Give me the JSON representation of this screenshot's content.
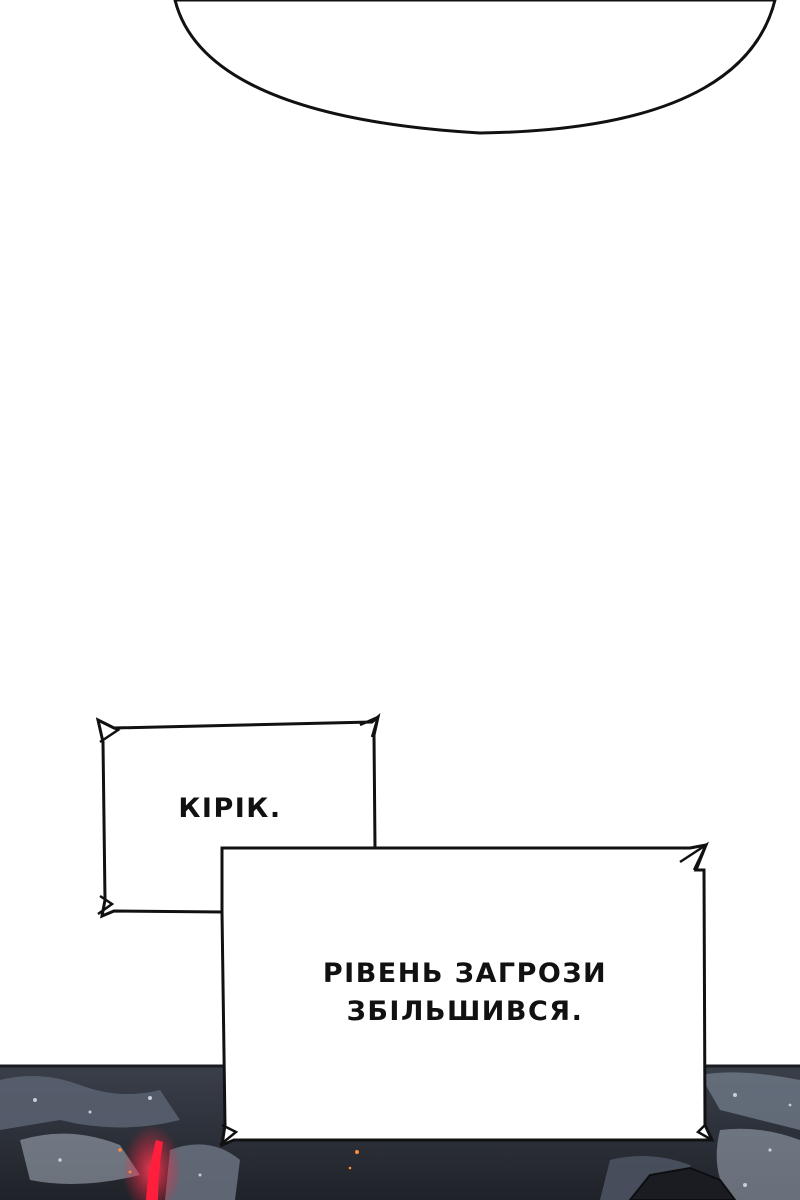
{
  "panel": {
    "background_color": "#ffffff",
    "scene_colors": {
      "rubble_dark": "#2d3038",
      "rubble_mid": "#5b6372",
      "rubble_light": "#a9b2c0",
      "glow_red": "#ff1f3d",
      "ember": "#ff8a3a"
    }
  },
  "speech_bubble": {
    "text": ""
  },
  "caption_1": {
    "text": "КІРІК."
  },
  "caption_2": {
    "line_1": "РІВЕНЬ ЗАГРОЗИ",
    "line_2": "ЗБІЛЬШИВСЯ."
  }
}
